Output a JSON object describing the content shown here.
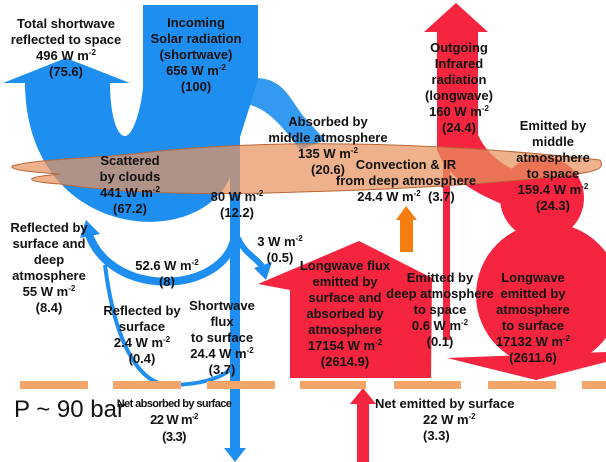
{
  "colors": {
    "shortwave": "#1E8FF0",
    "longwave": "#F5253F",
    "cloud": "#E8935F",
    "surface": "#F4A66A",
    "convection": "#F57E0F"
  },
  "unit_sup": "-2",
  "labels": {
    "total_reflected": {
      "lines": [
        "Total shortwave",
        "reflected to space"
      ],
      "value": "496 W m",
      "pct": "(75.6)"
    },
    "incoming": {
      "lines": [
        "Incoming",
        "Solar  radiation",
        "(shortwave)"
      ],
      "value": "656 W m",
      "pct": "(100)"
    },
    "absorbed_middle": {
      "lines": [
        "Absorbed by",
        "middle atmosphere"
      ],
      "value": "135 W m",
      "pct": "(20.6)"
    },
    "outgoing_ir": {
      "lines": [
        "Outgoing",
        "Infrared",
        "radiation",
        "(longwave)"
      ],
      "value": "160 W m",
      "pct": "(24.4)"
    },
    "emitted_middle": {
      "lines": [
        "Emitted by",
        "middle",
        "atmosphere",
        "to space"
      ],
      "value": "159.4 W m",
      "pct": "(24.3)"
    },
    "scattered": {
      "lines": [
        "Scattered",
        "by clouds"
      ],
      "value": "441 W m",
      "pct": "(67.2)"
    },
    "convection": {
      "lines": [
        "Convection & IR",
        "from deep atmosphere"
      ],
      "value": "24.4 W m",
      "pct": "(3.7)"
    },
    "through_clouds": {
      "value": "80 W m",
      "pct": "(12.2)"
    },
    "reflected_deep": {
      "lines": [
        "Reflected by",
        "surface and",
        "deep",
        "atmosphere"
      ],
      "value": "55 W m",
      "pct": "(8.4)"
    },
    "back_scatter": {
      "value": "52.6 W m",
      "pct": "(8)"
    },
    "to_house": {
      "value": "3 W m",
      "pct": "(0.5)"
    },
    "reflected_surface": {
      "lines": [
        "Reflected by",
        "surface"
      ],
      "value": "2.4 W m",
      "pct": "(0.4)"
    },
    "sw_to_surface": {
      "lines": [
        "Shortwave",
        "flux",
        "to surface"
      ],
      "value": "24.4 W m",
      "pct": "(3.7)"
    },
    "lw_absorbed": {
      "lines": [
        "Longwave flux",
        "emitted by",
        "surface and",
        "absorbed by",
        "atmosphere"
      ],
      "value": "17154 W m",
      "pct": "(2614.9)"
    },
    "deep_to_space": {
      "lines": [
        "Emitted by",
        "deep atmosphere",
        "to space"
      ],
      "value": "0.6 W m",
      "pct": "(0.1)"
    },
    "lw_to_surface": {
      "lines": [
        "Longwave",
        "emitted by",
        "atmosphere",
        "to surface"
      ],
      "value": "17132 W m",
      "pct": "(2611.6)"
    },
    "net_absorbed": {
      "lines": [
        "Net absorbed by surface"
      ],
      "value": "22 W m",
      "pct": "(3.3)"
    },
    "net_emitted": {
      "lines": [
        "Net emitted by surface"
      ],
      "value": "22 W m",
      "pct": "(3.3)"
    }
  },
  "pressure": "P ~ 90 bar"
}
